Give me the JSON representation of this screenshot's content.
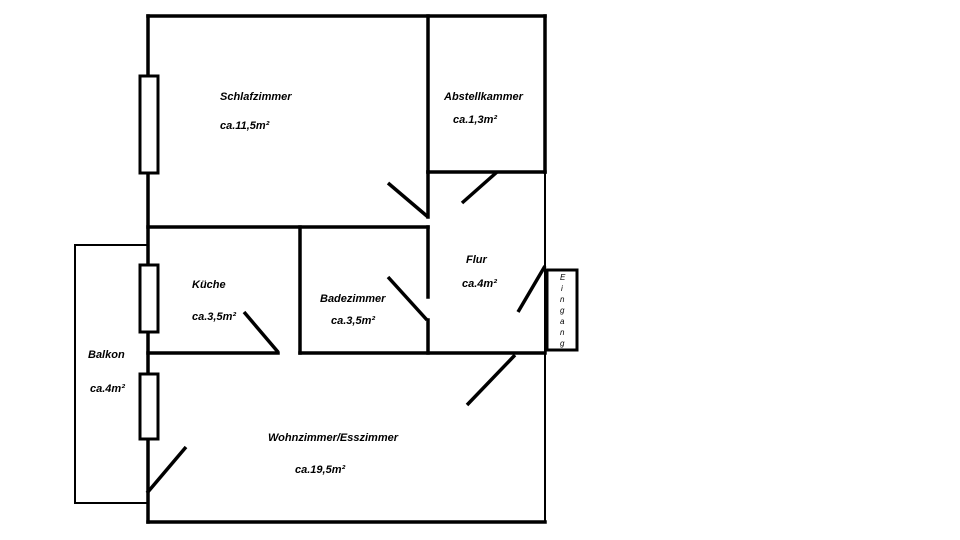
{
  "colors": {
    "wall": "#000000",
    "background": "#ffffff"
  },
  "rooms": {
    "schlafzimmer": {
      "name": "Schlafzimmer",
      "area": "ca.11,5m²"
    },
    "abstellkammer": {
      "name": "Abstellkammer",
      "area": "ca.1,3m²"
    },
    "kueche": {
      "name": "Küche",
      "area": "ca.3,5m²"
    },
    "badezimmer": {
      "name": "Badezimmer",
      "area": "ca.3,5m²"
    },
    "flur": {
      "name": "Flur",
      "area": "ca.4m²"
    },
    "balkon": {
      "name": "Balkon",
      "area": "ca.4m²"
    },
    "wohnzimmer": {
      "name": "Wohnzimmer/Esszimmer",
      "area": "ca.19,5m²"
    }
  },
  "entrance": {
    "letters": [
      "E",
      "i",
      "n",
      "g",
      "a",
      "n",
      "g"
    ]
  }
}
